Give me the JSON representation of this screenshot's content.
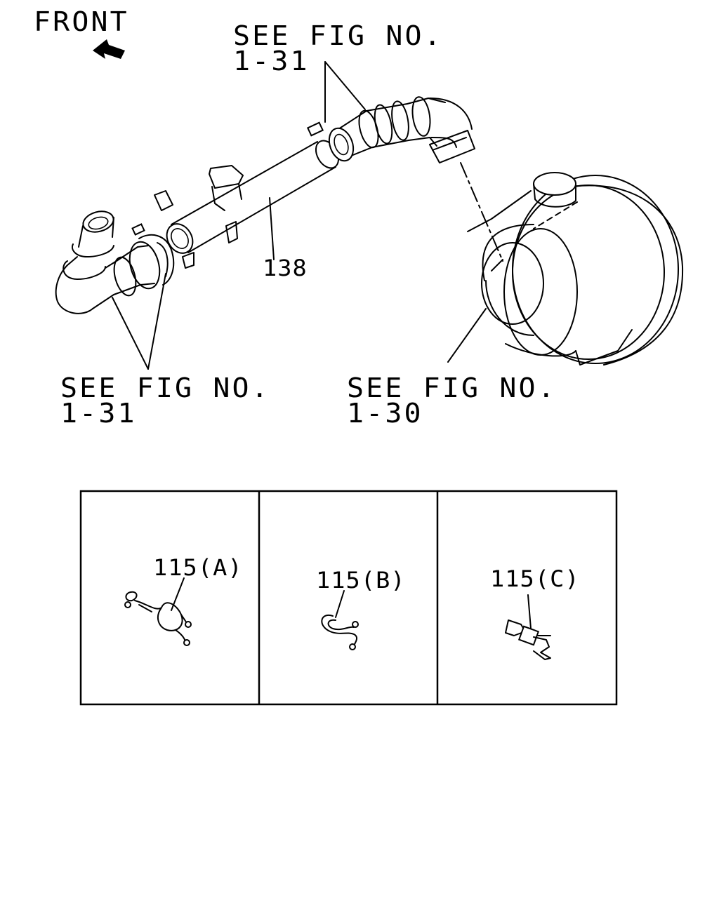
{
  "orientation": {
    "front_label": "FRONT",
    "arrow_icon": "front-arrow-icon"
  },
  "callouts": [
    {
      "id": "upper",
      "line1": "SEE FIG NO.",
      "line2": "1-31"
    },
    {
      "id": "left",
      "line1": "SEE FIG NO.",
      "line2": "1-31"
    },
    {
      "id": "right",
      "line1": "SEE FIG NO.",
      "line2": "1-30"
    }
  ],
  "parts": {
    "pipe": {
      "number": "138"
    },
    "clamps": [
      {
        "label": "115(A)"
      },
      {
        "label": "115(B)"
      },
      {
        "label": "115(C)"
      }
    ]
  },
  "colors": {
    "ink": "#000000",
    "paper": "#ffffff"
  }
}
